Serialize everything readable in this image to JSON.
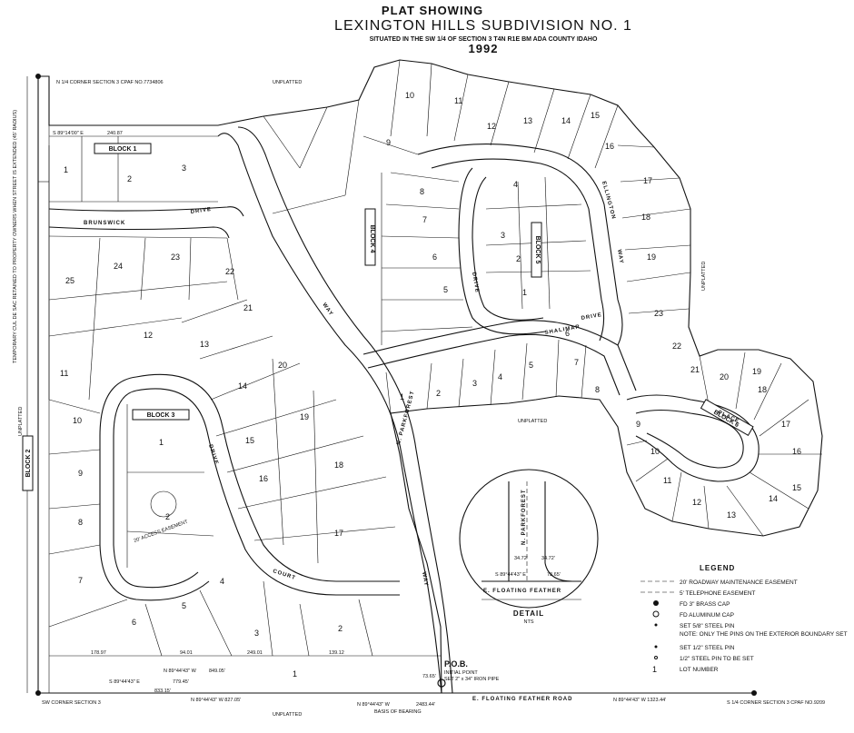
{
  "title": {
    "line1": "PLAT SHOWING",
    "line2": "LEXINGTON HILLS SUBDIVISION NO. 1",
    "line3": "SITUATED IN THE SW 1/4 OF SECTION 3 T4N R1E BM ADA COUNTY IDAHO",
    "year": "1992"
  },
  "corners": {
    "nw": "N 1/4 CORNER SECTION 3 CPAF NO.7734806",
    "sw": "SW CORNER SECTION 3",
    "se": "S 1/4 CORNER SECTION 3 CPAF NO.9209"
  },
  "streets": {
    "brunswick": "BRUNSWICK",
    "drive": "DRIVE",
    "parkforest": "N. PARKFOREST",
    "way": "WAY",
    "court": "COURT",
    "floating_feather_road": "E. FLOATING FEATHER ROAD",
    "shalimar": "SHALIMAR",
    "shalimar_drive": "DRIVE",
    "ellington": "ELLINGTON",
    "place": "PLACE"
  },
  "unplatted": "UNPLATTED",
  "blocks": [
    "BLOCK 1",
    "BLOCK 2",
    "BLOCK 3",
    "BLOCK 4",
    "BLOCK 5",
    "BLOCK 6"
  ],
  "lots": {
    "block1": [
      "1",
      "2",
      "3",
      "24",
      "25",
      "23",
      "22",
      "12",
      "11",
      "13",
      "21",
      "14",
      "20",
      "15",
      "19",
      "16",
      "18",
      "17"
    ],
    "block3": [
      "1",
      "2",
      "3",
      "4",
      "5",
      "6",
      "7",
      "8",
      "9",
      "10"
    ],
    "north": [
      "9",
      "10",
      "11",
      "12",
      "13",
      "14",
      "15",
      "16",
      "17",
      "18",
      "19",
      "23",
      "22",
      "21",
      "20",
      "8",
      "7",
      "6",
      "5",
      "4",
      "3",
      "2",
      "1",
      "1",
      "2",
      "3",
      "4",
      "5",
      "6",
      "7",
      "8",
      "9",
      "10",
      "11",
      "12",
      "13",
      "14",
      "15",
      "16",
      "17",
      "18",
      "19"
    ],
    "bottom": [
      "1",
      "2",
      "3",
      "4",
      "5",
      "6",
      "7"
    ]
  },
  "dims": {
    "bottom_bearing": "N 89°44'43\" W",
    "bottom_total": "2483.44'",
    "bottom_seg1": "833.15'",
    "bottom_seg2": "N 89°44'43\" W   827.05'",
    "bottom_seg3": "N 89°44'43\" W   1323.44'",
    "pob_note": "BASIS OF BEARING",
    "lot_bottom_1": "178.97",
    "lot_bottom_2": "94.01",
    "lot_bottom_3": "249.01",
    "lot_bottom_4": "139.12",
    "bearing_1": "S 89°44'43\" E",
    "bearing_2": "N 89°44'43\" W",
    "dist_1": "849.05'",
    "dist_2": "779.45'",
    "dist_3": "73.65'",
    "top_bearing": "S 89°14'00\" E",
    "top_dist": "240.87",
    "block3_dim": "20' ACCESS EASEMENT"
  },
  "pob": {
    "label": "P.O.B.",
    "line1": "INITIAL POINT",
    "line2": "SET 2\" x 34\" IRON PIPE"
  },
  "detail": {
    "title": "DETAIL",
    "scale": "NTS",
    "street": "E. FLOATING FEATHER",
    "parkforest": "N. PARKFOREST",
    "dim1": "34.72'",
    "dim2": "34.72'",
    "bearing": "S 89°44'43\" E",
    "dist": "73.65'"
  },
  "legend": {
    "title": "LEGEND",
    "items": [
      "20' ROADWAY MAINTENANCE EASEMENT",
      "5' TELEPHONE EASEMENT",
      "FD 3\" BRASS CAP",
      "FD ALUMINUM CAP",
      "SET 5/8\" STEEL PIN",
      "NOTE: ONLY THE PINS ON THE EXTERIOR BOUNDARY SET",
      "SET 1/2\" STEEL PIN",
      "1/2\" STEEL PIN TO BE SET",
      "LOT NUMBER"
    ],
    "lot_number_sample": "1"
  },
  "side_note": "TEMPORARY CUL DE SAC RETAINED TO PROPERTY OWNERS WHEN STREET IS EXTENDED (45' RADIUS)"
}
